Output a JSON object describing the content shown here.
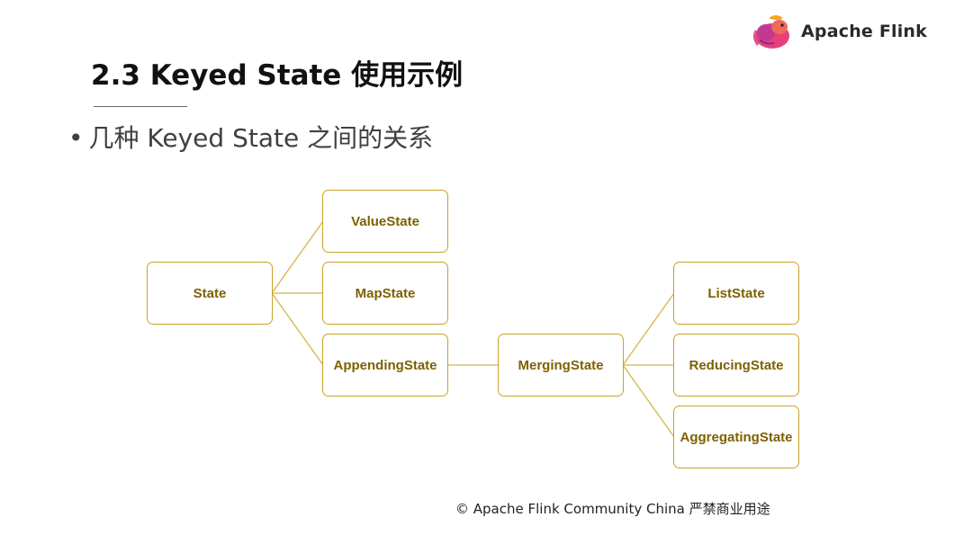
{
  "logo": {
    "text": "Apache Flink",
    "icon": "flink-squirrel-icon"
  },
  "title": "2.3 Keyed State 使用示例",
  "bullet": {
    "marker": "•",
    "text": "几种 Keyed State 之间的关系"
  },
  "diagram": {
    "nodes": {
      "state": "State",
      "value_state": "ValueState",
      "map_state": "MapState",
      "appending_state": "AppendingState",
      "merging_state": "MergingState",
      "list_state": "ListState",
      "reducing_state": "ReducingState",
      "aggregating_state": "AggregatingState"
    },
    "edges": [
      [
        "state",
        "value_state"
      ],
      [
        "state",
        "map_state"
      ],
      [
        "state",
        "appending_state"
      ],
      [
        "appending_state",
        "merging_state"
      ],
      [
        "merging_state",
        "list_state"
      ],
      [
        "merging_state",
        "reducing_state"
      ],
      [
        "merging_state",
        "aggregating_state"
      ]
    ],
    "colors": {
      "border": "#c9a227",
      "text": "#7f6000",
      "line": "#d4b54a"
    }
  },
  "footer": "© Apache Flink Community China  严禁商业用途"
}
